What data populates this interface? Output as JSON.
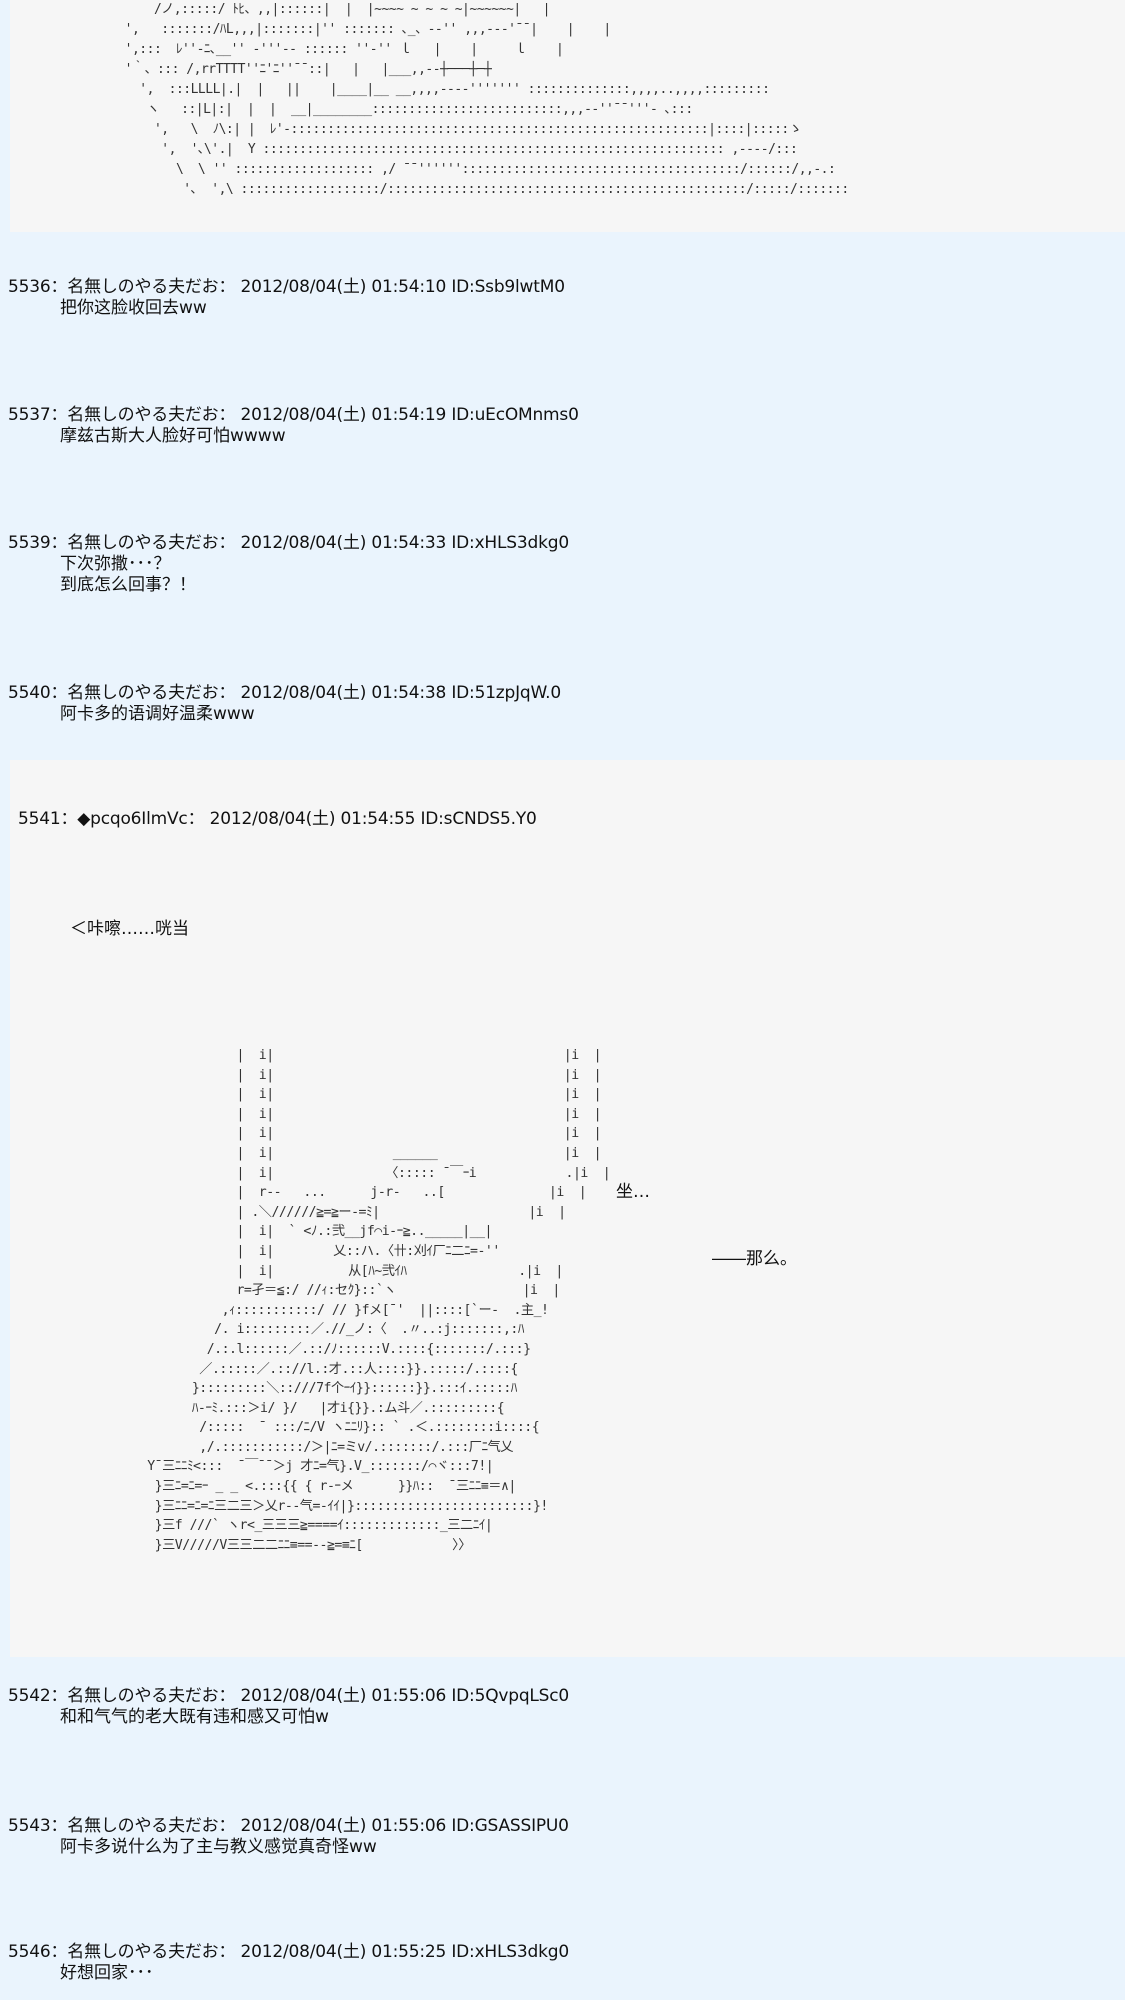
{
  "top_art": {
    "lines": [
      "      /ノ,:::::/ ﾄﾋ、,,|::::::|  |  |~~~~ ~ ~ ~ ~|~~~~~~|   |",
      "  ',   :::::::/ﾊL,,,|:::::::|'' ::::::: ､_、-‐'' ,,,--‐'¯¯|    |    |",
      "  ',:::  ﾚ''‐ﾆ､__'' ‐'''‐- :::::: ''-'' ｌ   |    |     ｌ    |",
      "  '｀、::: /,rrTTTT''ﾆ'ﾆ''¯¯::|   |   |___,,--┼───┼─┼",
      "    ',  :::LLLL|.|  |   ||    |____|__ __,,,,----''''''' ::::::::::::::,,,,..,,,,:::::::::",
      "     ヽ   ::|L|:|  |  |  __|________::::::::::::::::::::::::::,,,-‐''¯¯'''‐ ､:::",
      "      ',   \\  ﾉ\\:| |  ﾚ'‐:::::::::::::::::::::::::::::::::::::::::::::::::::::::::|::::|:::::ゝ",
      "       ',  '､\\'.|  Y ::::::::::::::::::::::::::::::::::::::::::::::::::::::::::::::: ,---‐/:::",
      "         \\  \\ '' ::::::::::::::::::: ,/ ¯¯''''''::::::::::::::::::::::::::::::::::::::/::::::/,,-.:",
      "          '､  ',\\ :::::::::::::::::::/:::::::::::::::::::::::::::::::::::::::::::::::::/:::::/:::::::"
    ]
  },
  "posts": [
    {
      "number": "5536",
      "separator": "：",
      "name": "名無しのやる夫だお",
      "datetime": "2012/08/04(土) 01:54:10",
      "id": "ID:Ssb9lwtM0",
      "lines": [
        "把你这脸收回去ww"
      ]
    },
    {
      "number": "5537",
      "separator": "：",
      "name": "名無しのやる夫だお",
      "datetime": "2012/08/04(土) 01:54:19",
      "id": "ID:uEcOMnms0",
      "lines": [
        "摩兹古斯大人脸好可怕wwww"
      ]
    },
    {
      "number": "5539",
      "separator": "：",
      "name": "名無しのやる夫だお",
      "datetime": "2012/08/04(土) 01:54:33",
      "id": "ID:xHLS3dkg0",
      "lines": [
        "下次弥撒･･･？",
        "到底怎么回事？！"
      ]
    },
    {
      "number": "5540",
      "separator": "：",
      "name": "名無しのやる夫だお",
      "datetime": "2012/08/04(土) 01:54:38",
      "id": "ID:51zpJqW.0",
      "lines": [
        "阿卡多的语调好温柔www"
      ]
    },
    {
      "number": "5541",
      "separator": "：",
      "name": "◆pcqo6IlmVc",
      "datetime": "2012/08/04(土) 01:54:55",
      "id": "ID:sCNDS5.Y0",
      "lines": [
        "＜咔嚓……咣当"
      ]
    },
    {
      "number": "5542",
      "separator": "：",
      "name": "名無しのやる夫だお",
      "datetime": "2012/08/04(土) 01:55:06",
      "id": "ID:5QvpqLSc0",
      "lines": [
        "和和气气的老大既有违和感又可怕w"
      ]
    },
    {
      "number": "5543",
      "separator": "：",
      "name": "名無しのやる夫だお",
      "datetime": "2012/08/04(土) 01:55:06",
      "id": "ID:GSASSIPU0",
      "lines": [
        "阿卡多说什么为了主与教义感觉真奇怪ww"
      ]
    },
    {
      "number": "5546",
      "separator": "：",
      "name": "名無しのやる夫だお",
      "datetime": "2012/08/04(土) 01:55:25",
      "id": "ID:xHLS3dkg0",
      "lines": [
        "好想回家･･･"
      ]
    }
  ],
  "main_art": {
    "side_text_1": "坐…",
    "side_text_2": "――那么。",
    "lines": [
      "                 |  i|                                       |i  |",
      "                 |  i|                                       |i  |",
      "                 |  i|                                       |i  |",
      "                 |  i|                                       |i  |",
      "                 |  i|                                       |i  |",
      "                 |  i|                ______                 |i  |",
      "                 |  i|               〈::::: ¯￣ｰi            .|i  |",
      "                 |  r‐‐   ...      j‐r‐   ..[              |i  |",
      "                 | .＼//////≧=≧ー‐=ﾐ|                    |i  |",
      "                 |  i|  ` <ﾉ.:弐__jf⌒i‐ｰ≧.._____|__|",
      "                 |  i|        乂::ハ.〈卄:刈ｲ厂ﾆ二ﾆ=‐''",
      "                 |  i|          从[ﾊ~弐ｲﾊ               .|i  |",
      "                 r=孑＝≦:/ //ｨ:セｸ}::`ヽ                 |i  |",
      "               ,ｨ:::::::::::/ // }fメ[¯'  ||::::[`ー‐  .主_!",
      "              /. i:::::::::／.//_ノ:〈  .〃..:j:::::::,:ﾊ",
      "             /.:.l::::::／.::/ﾉ::::::V.::::{:::::::/.:::}",
      "            ／.:::::／.:://l.:才.::人::::}}.:::::/.::::{",
      "           }:::::::::＼::///7f个ｰｲ}}::::::}}.:::ｲ.:::::ﾊ",
      "           ﾊ‐ｰﾐ.:::＞i/ }/   |才i{}}.:ム斗／.:::::::::{",
      "            /:::::  ¯ :::/ﾆ/V ヽﾆﾆﾘ}:: ` .＜.::::::::i::::{",
      "            ,/.:::::::::::/＞|ﾆ=ミv/.:::::::/.:::厂ﾆ气乂",
      "     Y¯三ﾆﾆﾐ<:::  ¯￣¯¯＞j 才ﾆ=气}.V_:::::::/⌒ヾ:::7!|",
      "      }三ﾆ=ﾆ=ｰ _ _ <.:::{{ { r‐ｰメ      }}ﾊ::  ¯三ﾆﾆ≡＝∧|",
      "      }三ﾆﾆ=ﾆ=ﾆ三二三＞乂r‐‐气=-ｲｲ|}::::::::::::::::::::::::}!",
      "      }三f ///` ヽr<_三三三≧====ｲ:::::::::::::_三二ﾆｲ|",
      "      }三V/////V三三二二ﾆﾆ≡==--≧=≡ﾆ[            〉〉"
    ]
  }
}
